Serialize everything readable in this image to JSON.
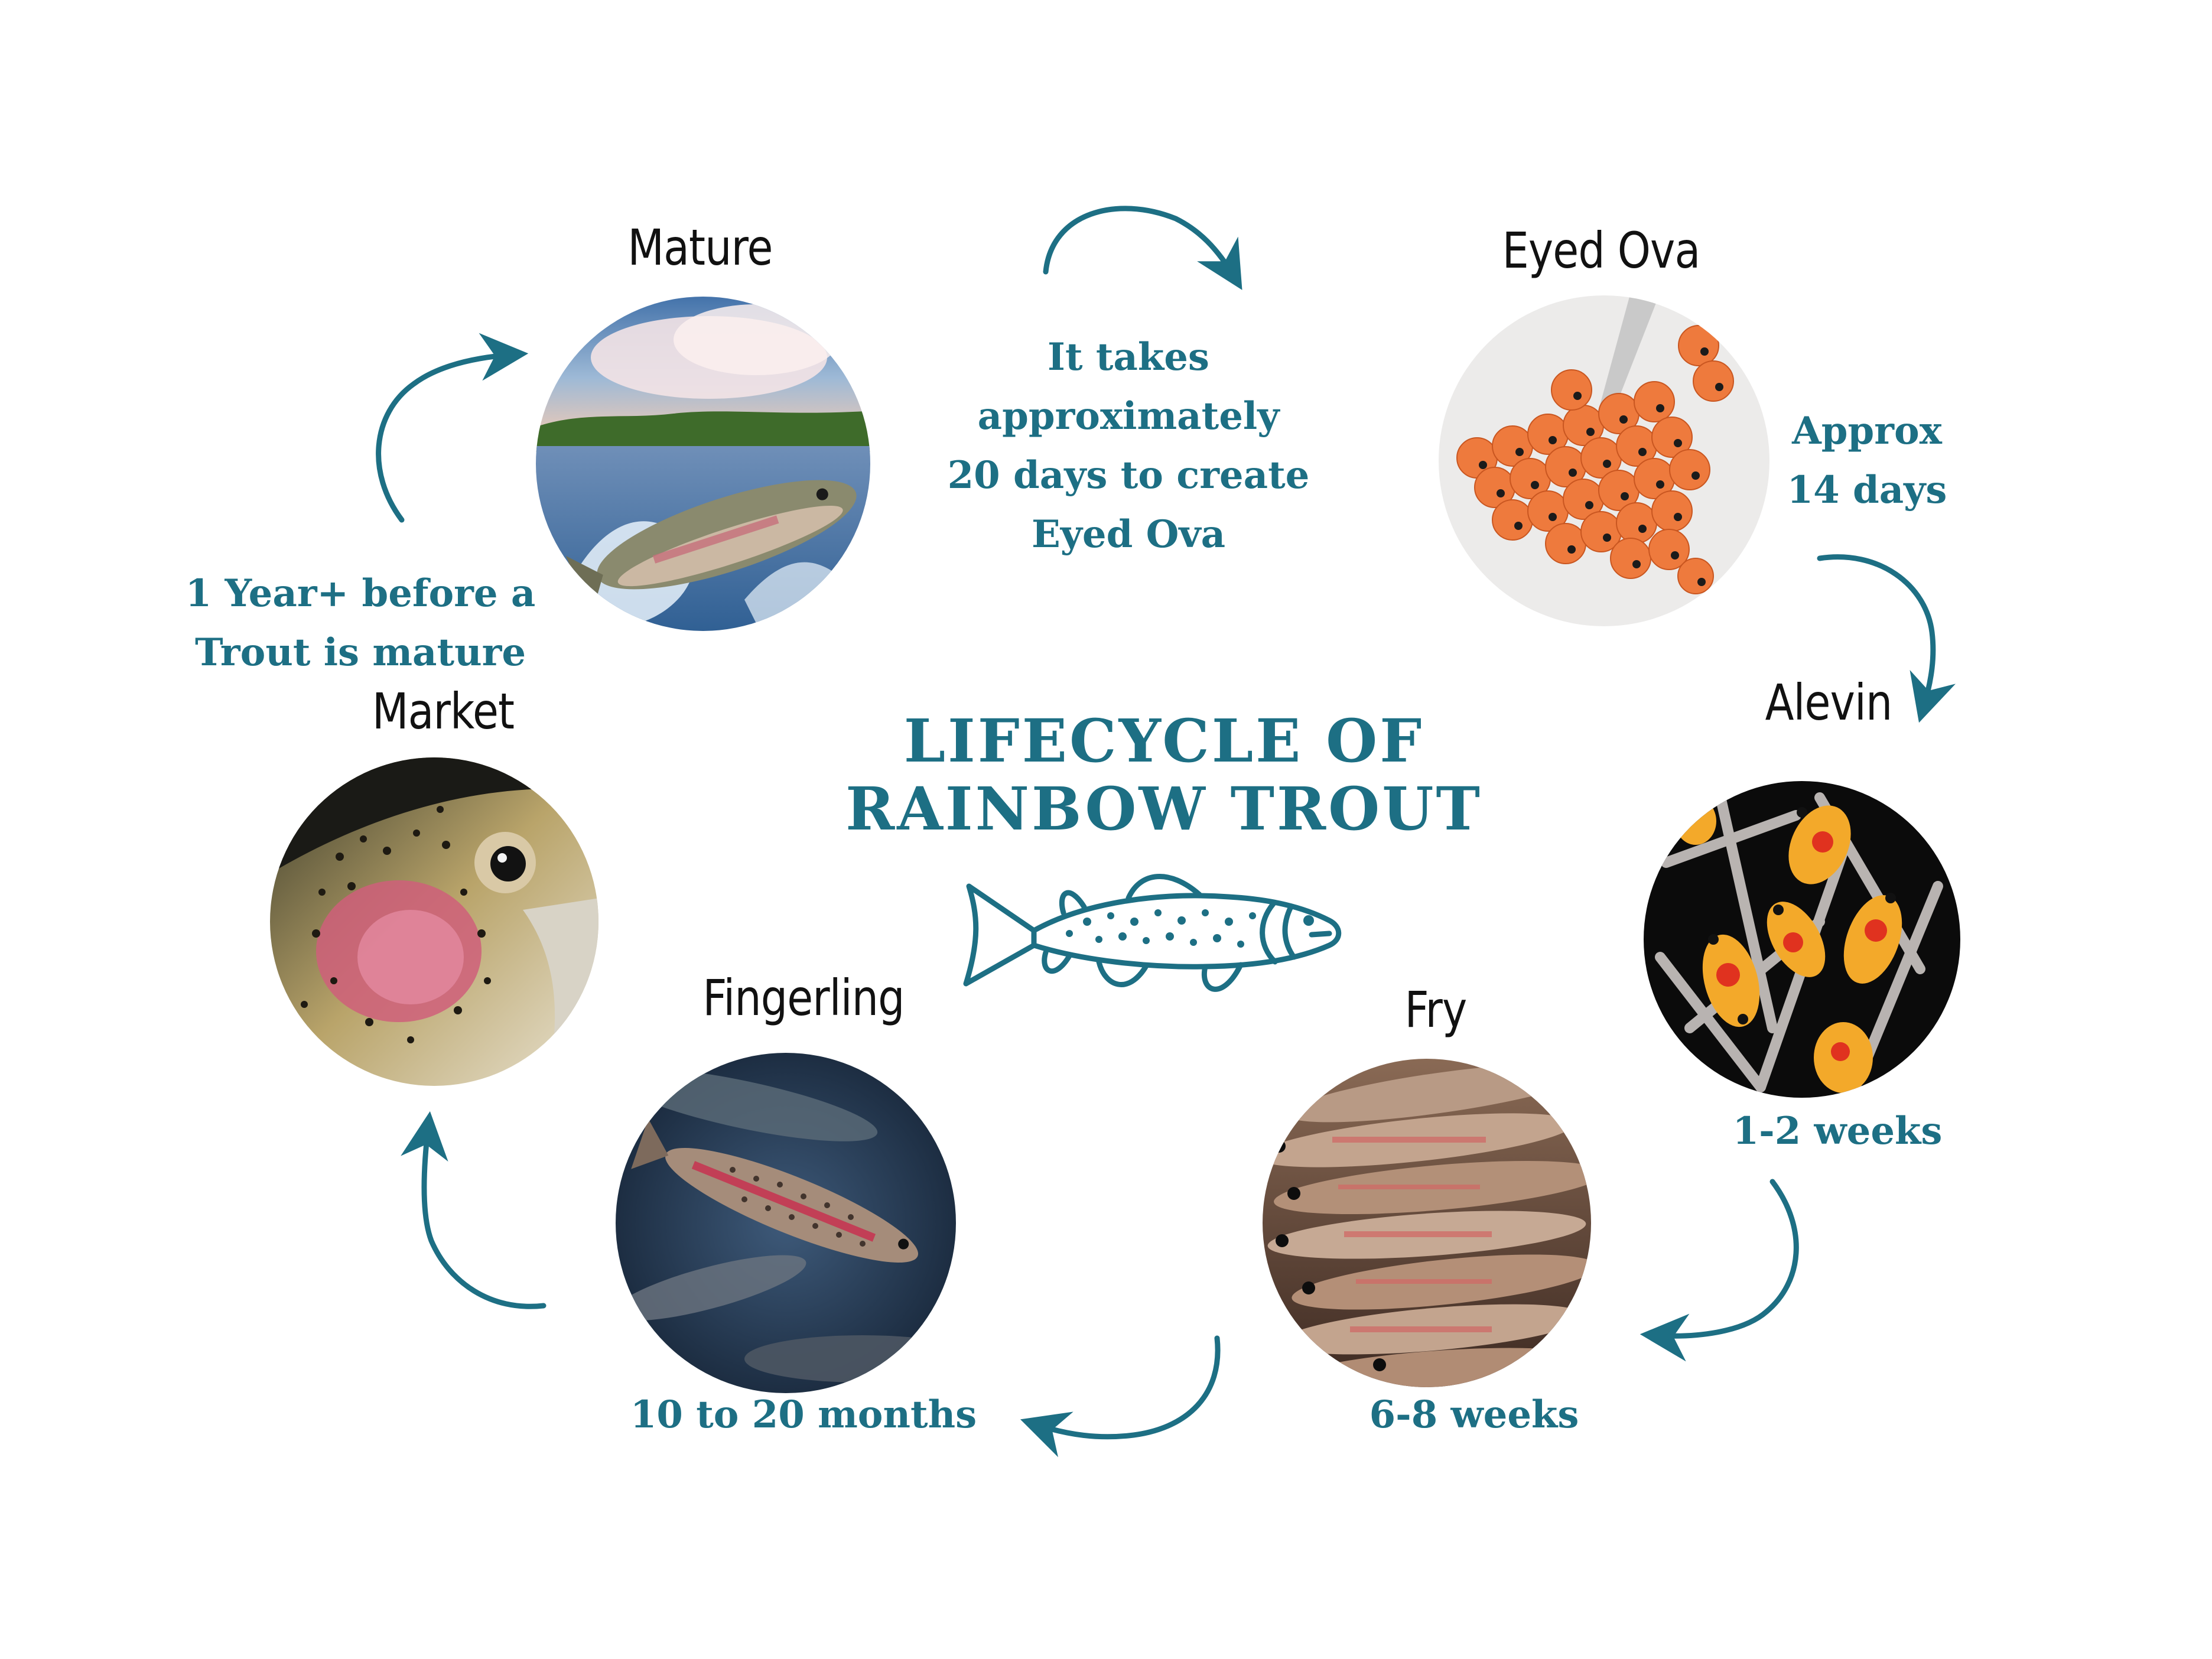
{
  "title": {
    "line1": "LIFECYCLE OF",
    "line2": "RAINBOW TROUT"
  },
  "colors": {
    "accent": "#1d6f84",
    "label": "#111111",
    "background": "#ffffff"
  },
  "stages": [
    {
      "key": "mature",
      "label": "Mature"
    },
    {
      "key": "eyed_ova",
      "label": "Eyed Ova"
    },
    {
      "key": "alevin",
      "label": "Alevin"
    },
    {
      "key": "fry",
      "label": "Fry"
    },
    {
      "key": "fingerling",
      "label": "Fingerling"
    },
    {
      "key": "market",
      "label": "Market"
    }
  ],
  "durations": {
    "mature_to_eyed_ova": [
      "It takes",
      "approximately",
      "20 days to create",
      "Eyed Ova"
    ],
    "eyed_ova_to_alevin": [
      "Approx",
      "14 days"
    ],
    "alevin_to_fry": [
      "1-2 weeks"
    ],
    "fry_to_fingerling": [
      "6-8 weeks"
    ],
    "fingerling_to_market": [
      "10 to 20 months"
    ],
    "market_to_mature": [
      "1 Year+  before a",
      "Trout is mature"
    ]
  },
  "icons": [
    "trout-outline-icon",
    "curved-arrow-icon"
  ]
}
